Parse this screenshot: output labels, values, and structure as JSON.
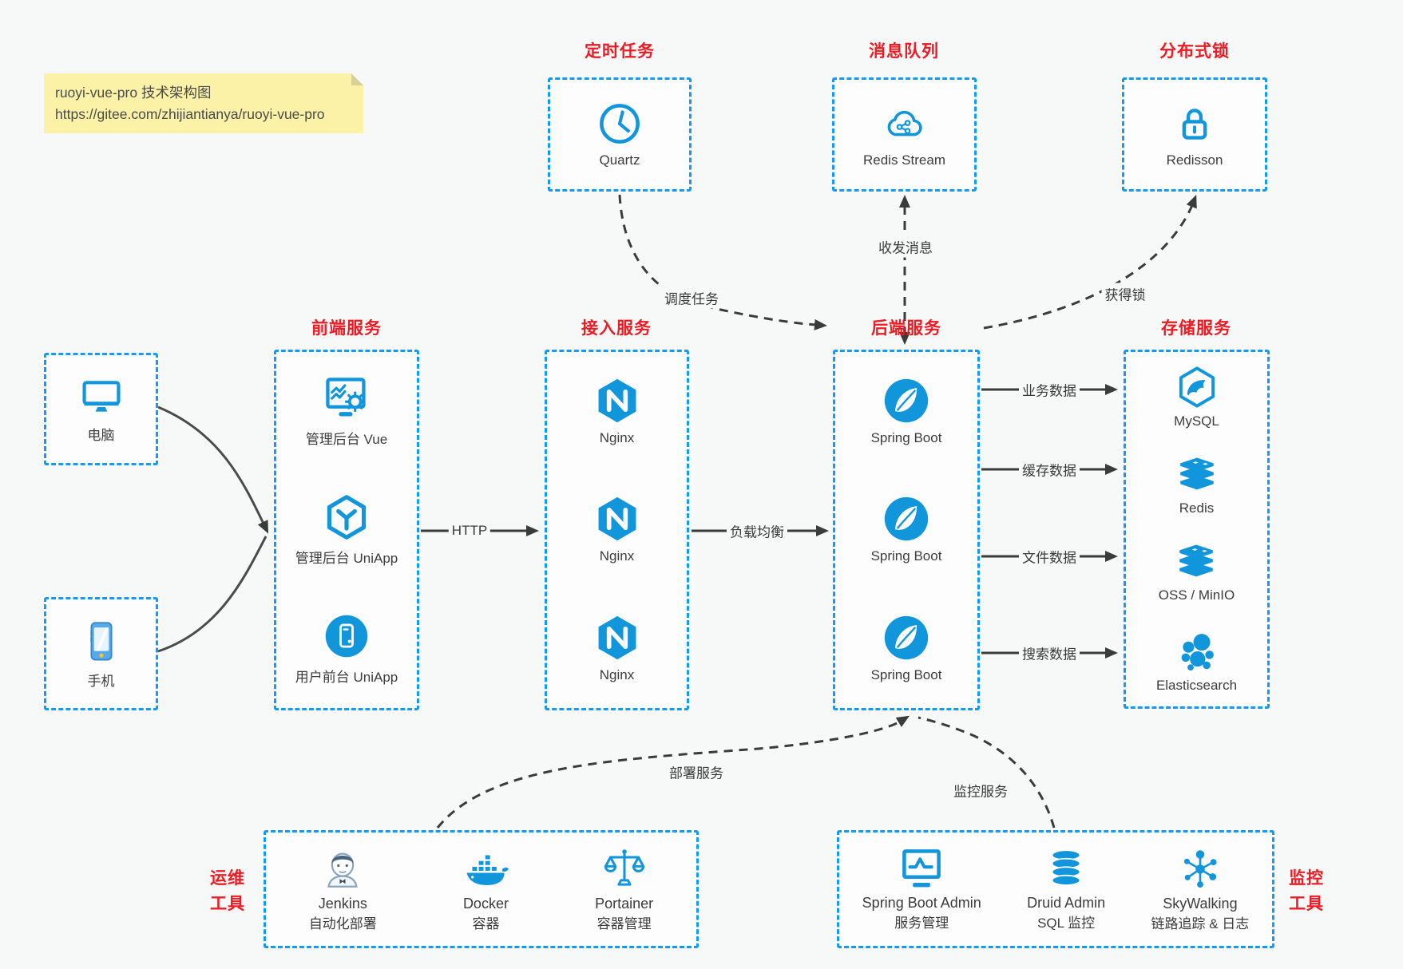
{
  "note": {
    "line1": "ruoyi-vue-pro 技术架构图",
    "line2": "https://gitee.com/zhijiantianya/ruoyi-vue-pro"
  },
  "colors": {
    "accent_blue": "#149bf1",
    "icon_blue": "#1296db",
    "title_red": "#ec1b24",
    "background": "#f7f8f8",
    "note_background": "#fbf2a7",
    "arrow": "#3b3b3b"
  },
  "groups": {
    "scheduled": {
      "title": "定时任务",
      "item": {
        "label": "Quartz",
        "icon": "clock-icon"
      }
    },
    "mq": {
      "title": "消息队列",
      "item": {
        "label": "Redis Stream",
        "icon": "cloud-stream-icon"
      }
    },
    "lock": {
      "title": "分布式锁",
      "item": {
        "label": "Redisson",
        "icon": "lock-icon"
      }
    },
    "clients": {
      "pc": {
        "label": "电脑",
        "icon": "desktop-icon"
      },
      "phone": {
        "label": "手机",
        "icon": "smartphone-icon"
      }
    },
    "frontend": {
      "title": "前端服务",
      "items": [
        {
          "label": "管理后台 Vue",
          "icon": "admin-vue-icon"
        },
        {
          "label": "管理后台 UniApp",
          "icon": "uniapp-hexagon-icon"
        },
        {
          "label": "用户前台 UniApp",
          "icon": "uniapp-user-icon"
        }
      ]
    },
    "gateway": {
      "title": "接入服务",
      "items": [
        {
          "label": "Nginx"
        },
        {
          "label": "Nginx"
        },
        {
          "label": "Nginx"
        }
      ]
    },
    "backend": {
      "title": "后端服务",
      "items": [
        {
          "label": "Spring Boot"
        },
        {
          "label": "Spring Boot"
        },
        {
          "label": "Spring Boot"
        }
      ]
    },
    "storage": {
      "title": "存储服务",
      "items": [
        {
          "label": "MySQL",
          "icon": "mysql-icon"
        },
        {
          "label": "Redis",
          "icon": "redis-icon"
        },
        {
          "label": "OSS / MinIO",
          "icon": "oss-minio-icon"
        },
        {
          "label": "Elasticsearch",
          "icon": "elasticsearch-icon"
        }
      ]
    },
    "devops": {
      "title_lines": [
        "运维",
        "工具"
      ],
      "items": [
        {
          "name": "Jenkins",
          "desc": "自动化部署",
          "icon": "jenkins-icon"
        },
        {
          "name": "Docker",
          "desc": "容器",
          "icon": "docker-icon"
        },
        {
          "name": "Portainer",
          "desc": "容器管理",
          "icon": "portainer-icon"
        }
      ]
    },
    "monitoring": {
      "title_lines": [
        "监控",
        "工具"
      ],
      "items": [
        {
          "name": "Spring Boot Admin",
          "desc": "服务管理",
          "icon": "admin-monitor-icon"
        },
        {
          "name": "Druid Admin",
          "desc": "SQL 监控",
          "icon": "database-icon"
        },
        {
          "name": "SkyWalking",
          "desc": "链路追踪 & 日志",
          "icon": "topology-icon"
        }
      ]
    }
  },
  "edges": {
    "http": "HTTP",
    "load_balance": "负载均衡",
    "schedule_task": "调度任务",
    "send_receive": "收发消息",
    "acquire_lock": "获得锁",
    "business_data": "业务数据",
    "cache_data": "缓存数据",
    "file_data": "文件数据",
    "search_data": "搜索数据",
    "deploy_service": "部署服务",
    "monitor_service": "监控服务"
  }
}
